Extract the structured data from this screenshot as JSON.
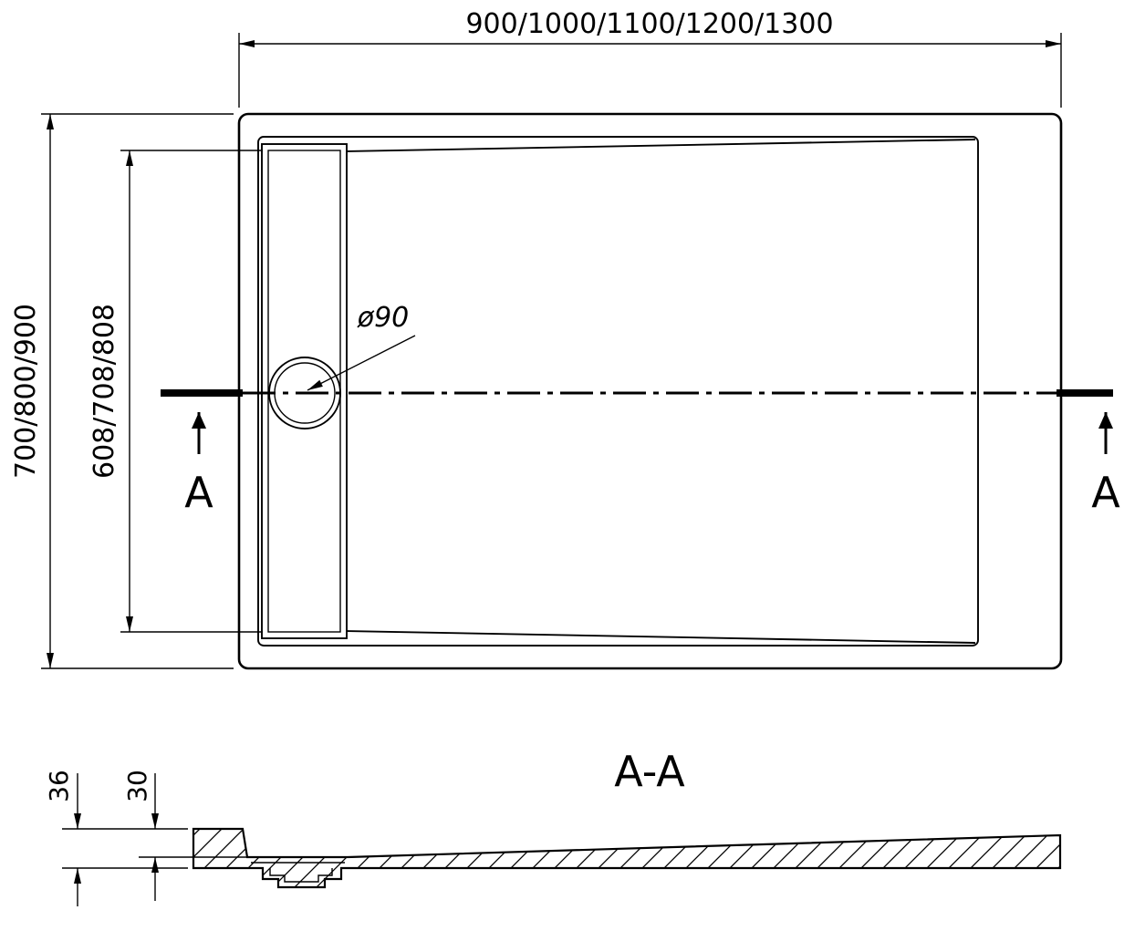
{
  "drawing": {
    "kind": "shower-tray-technical-drawing",
    "colors": {
      "line": "#000000",
      "background": "#ffffff"
    },
    "top_view": {
      "width_dimension": "900/1000/1100/1200/1300",
      "outer_length_dimension": "700/800/900",
      "inner_length_dimension": "608/708/808",
      "drain_diameter": "ø90",
      "section_marker_left": "A",
      "section_marker_right": "A"
    },
    "section_view": {
      "title": "A-A",
      "total_thickness": "36",
      "inner_depth": "30"
    }
  }
}
